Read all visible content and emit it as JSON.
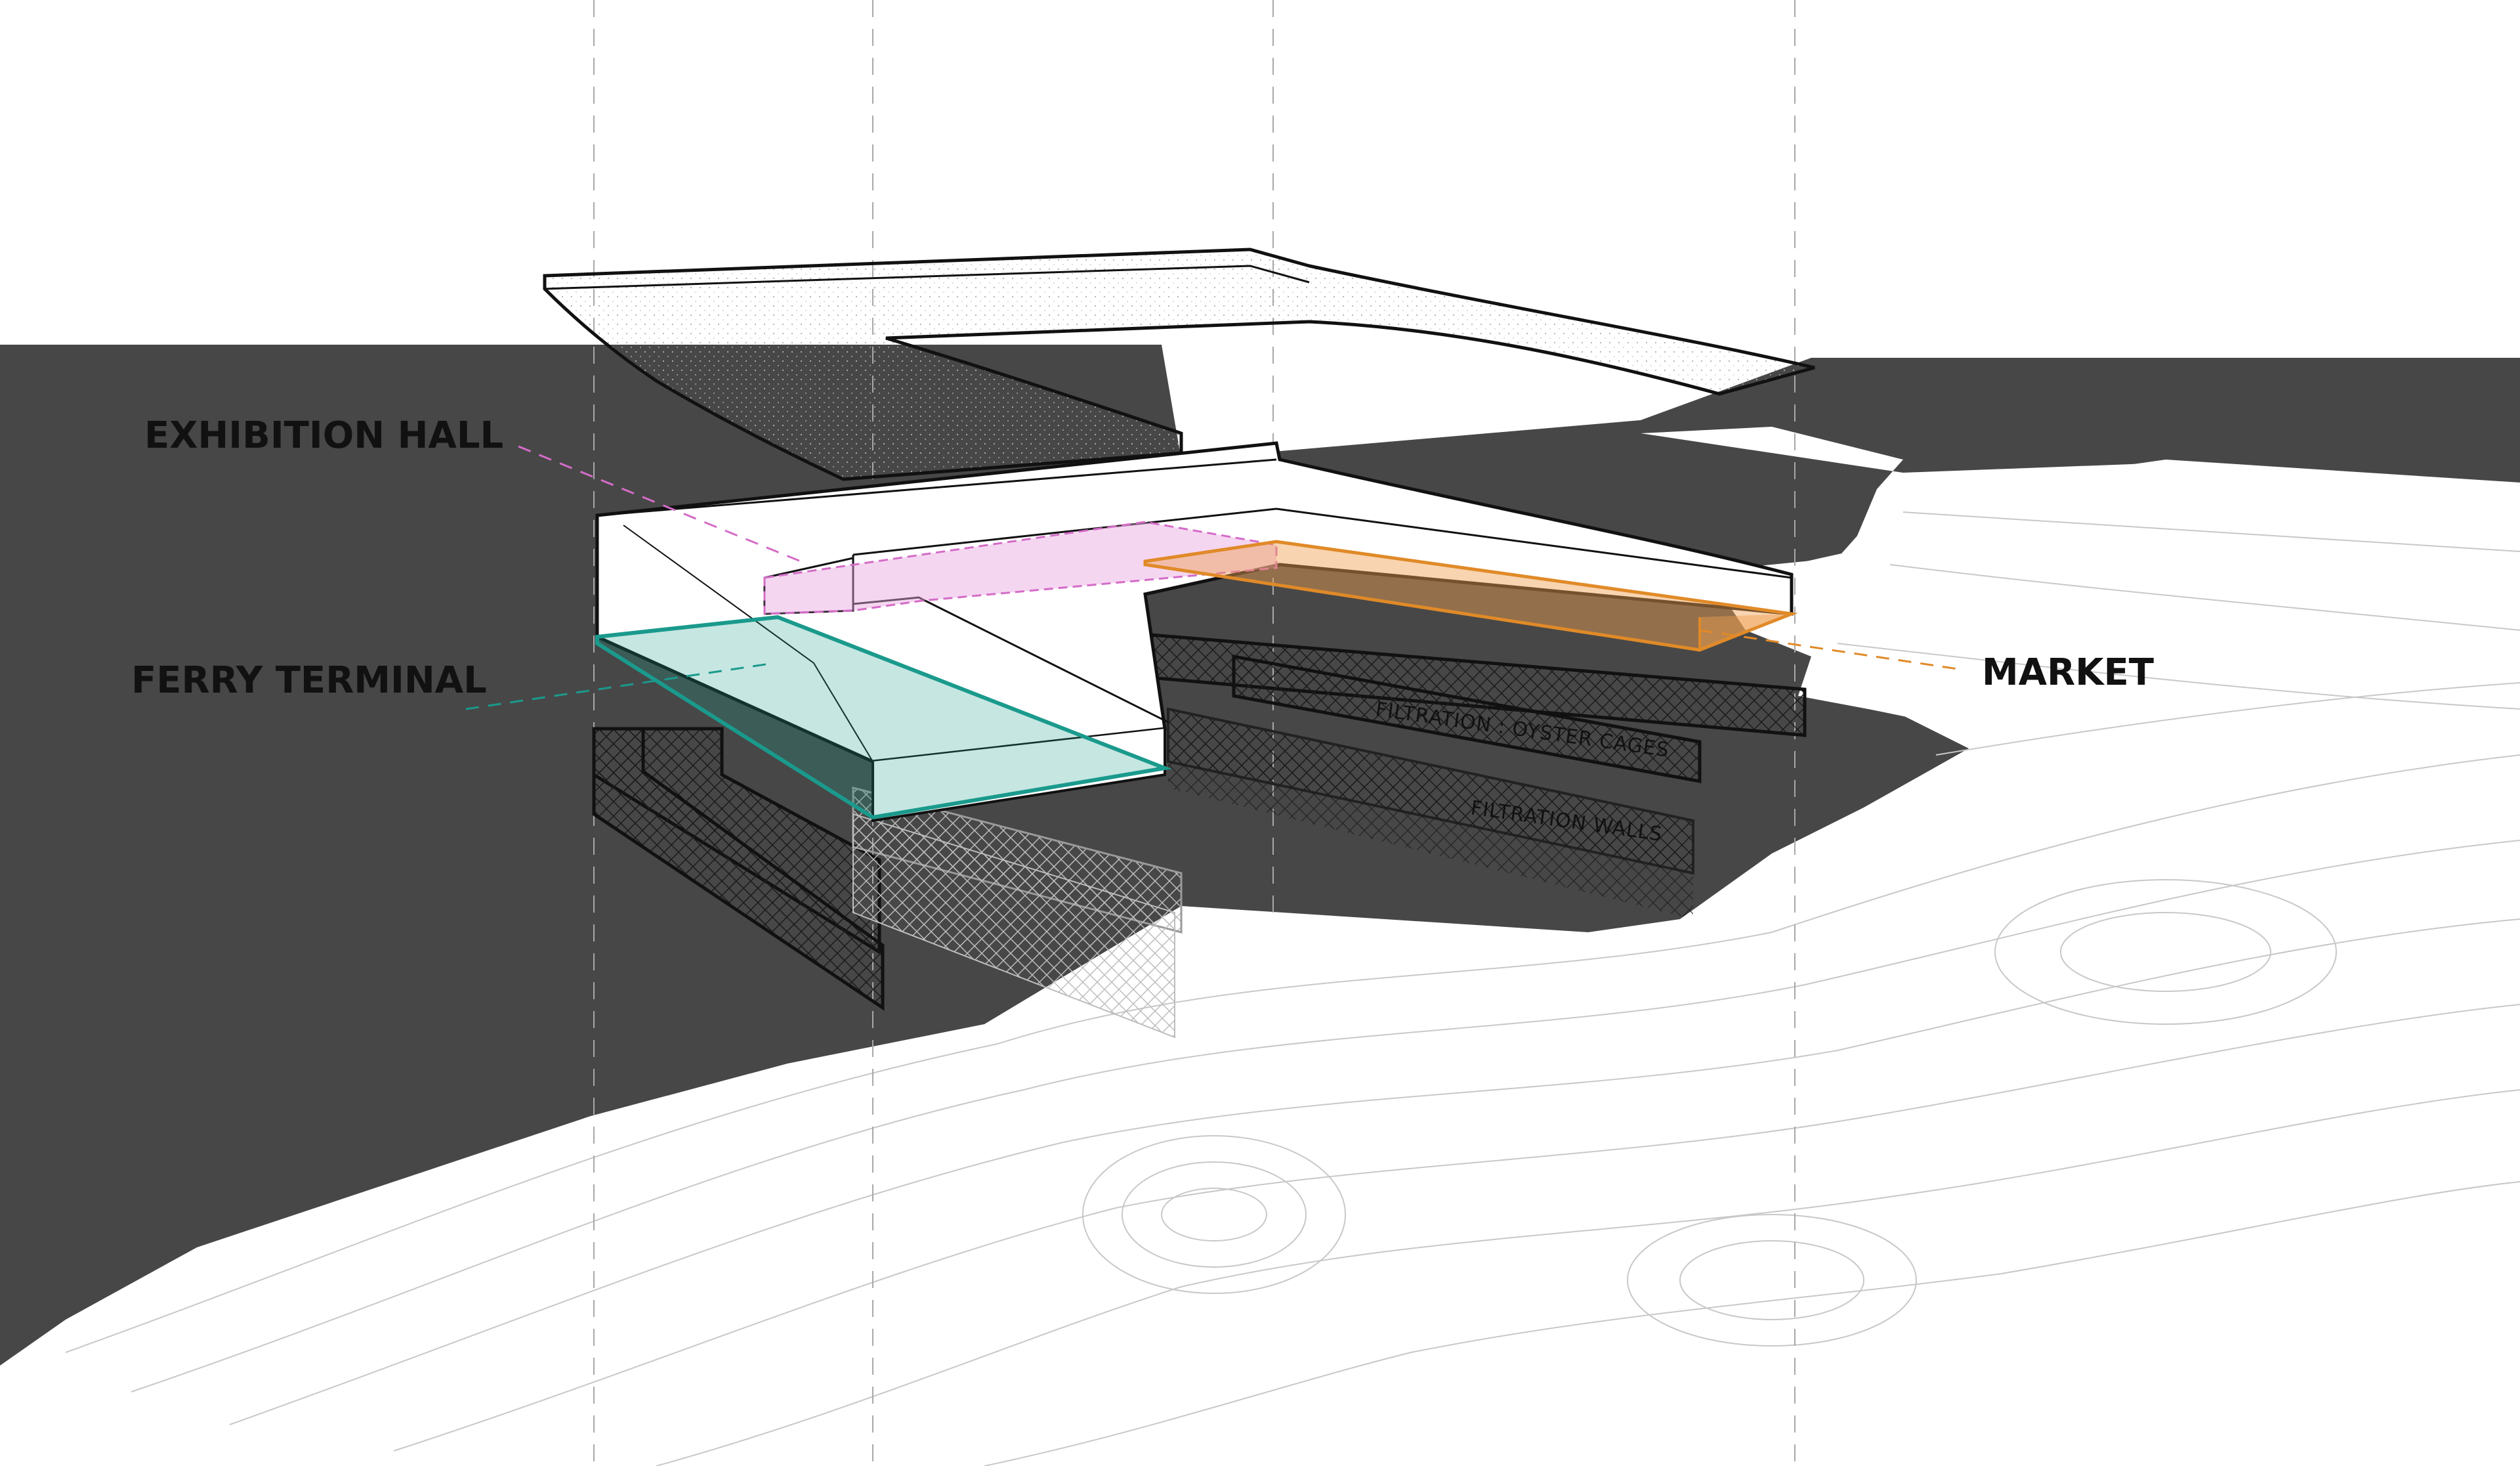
{
  "labels": {
    "exhibition_hall": "EXHIBITION HALL",
    "ferry_terminal": "FERRY TERMINAL",
    "market": "MARKET",
    "filtration_oyster_cages": "FILTRATION : OYSTER CAGES",
    "filtration_walls": "FILTRATION WALLS"
  },
  "colors": {
    "water": "#474747",
    "exhibition_hall": "#e9a3e0",
    "ferry_terminal": "#1a9a8c",
    "market": "#f0a050",
    "roof_and_walls": "#ffffff",
    "outline": "#111111"
  }
}
